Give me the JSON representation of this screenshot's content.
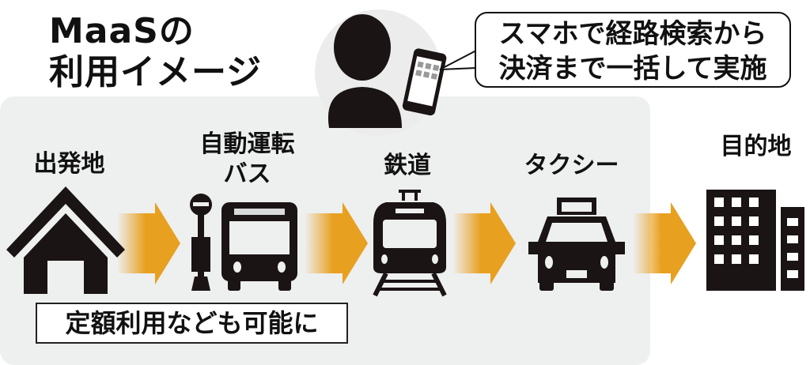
{
  "title": {
    "line1": "MaaSの",
    "line2": "利用イメージ"
  },
  "bubble": {
    "line1": "スマホで経路検索から",
    "line2": "決済まで一括して実施"
  },
  "steps": [
    {
      "label": "出発地",
      "icon": "house-icon"
    },
    {
      "label1": "自動運転",
      "label2": "バス",
      "icon": "bus-icon"
    },
    {
      "label": "鉄道",
      "icon": "train-icon"
    },
    {
      "label": "タクシー",
      "icon": "taxi-icon"
    },
    {
      "label": "目的地",
      "icon": "building-icon"
    }
  ],
  "note": "定額利用なども可能に",
  "colors": {
    "arrow": "#e8a020",
    "panel": "#eeefef",
    "icon": "#1a1414"
  }
}
